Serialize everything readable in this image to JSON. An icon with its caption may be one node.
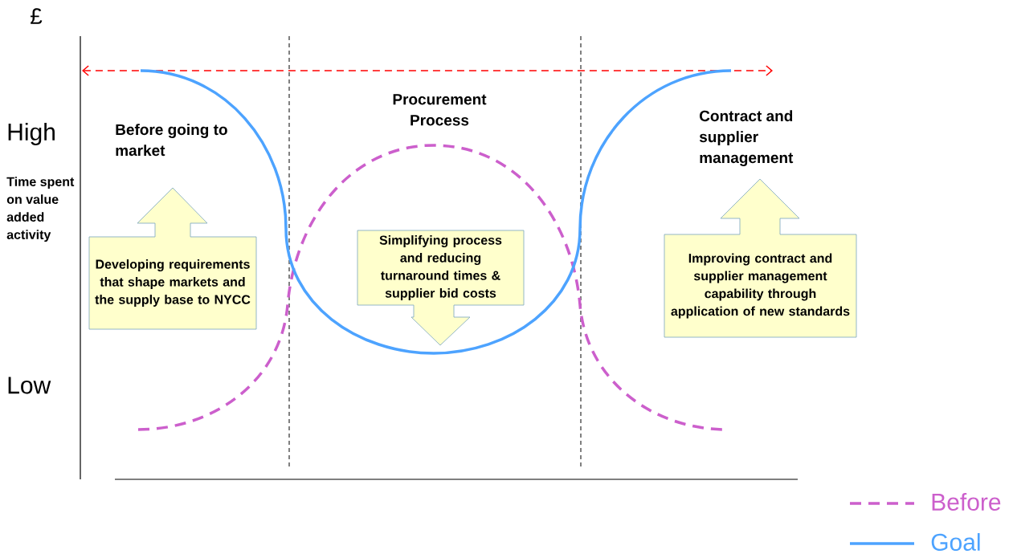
{
  "diagram": {
    "nodes": [
      {
        "text": [
          "Developing requirements that shape markets and the supply base to NYCC"
        ]
      },
      {
        "text": [
          "Simplifying process and reducing turnaround times & supplier bid costs"
        ]
      },
      {
        "text": [
          "Improving contract and supplier management capability through application of new standards"
        ]
      }
    ],
    "labels": [
      "£",
      "High",
      "Time spent on value added activity",
      "Low",
      "Before going to market",
      "Procurement Process",
      "Contract and supplier management"
    ],
    "legend": [
      {
        "text": "Before"
      },
      {
        "text": "Goal"
      }
    ]
  }
}
